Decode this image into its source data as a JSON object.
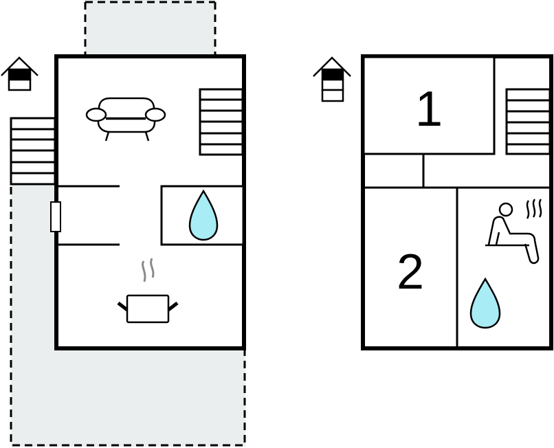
{
  "plan": {
    "ground_floor": {
      "name": "ground-floor",
      "icons": [
        "house-floor-icon",
        "sofa-icon",
        "water-drop-icon",
        "cooking-pot-icon",
        "stairs-icon"
      ]
    },
    "upper_floor": {
      "name": "upper-floor",
      "rooms": [
        {
          "label": "1"
        },
        {
          "label": "2"
        }
      ],
      "icons": [
        "house-floor-icon",
        "sauna-icon",
        "water-drop-icon",
        "stairs-icon"
      ]
    }
  },
  "colors": {
    "wall": "#000000",
    "terrace": "#eaeeef",
    "water": "#a8ecf5",
    "steam": "#8a8a8a"
  }
}
